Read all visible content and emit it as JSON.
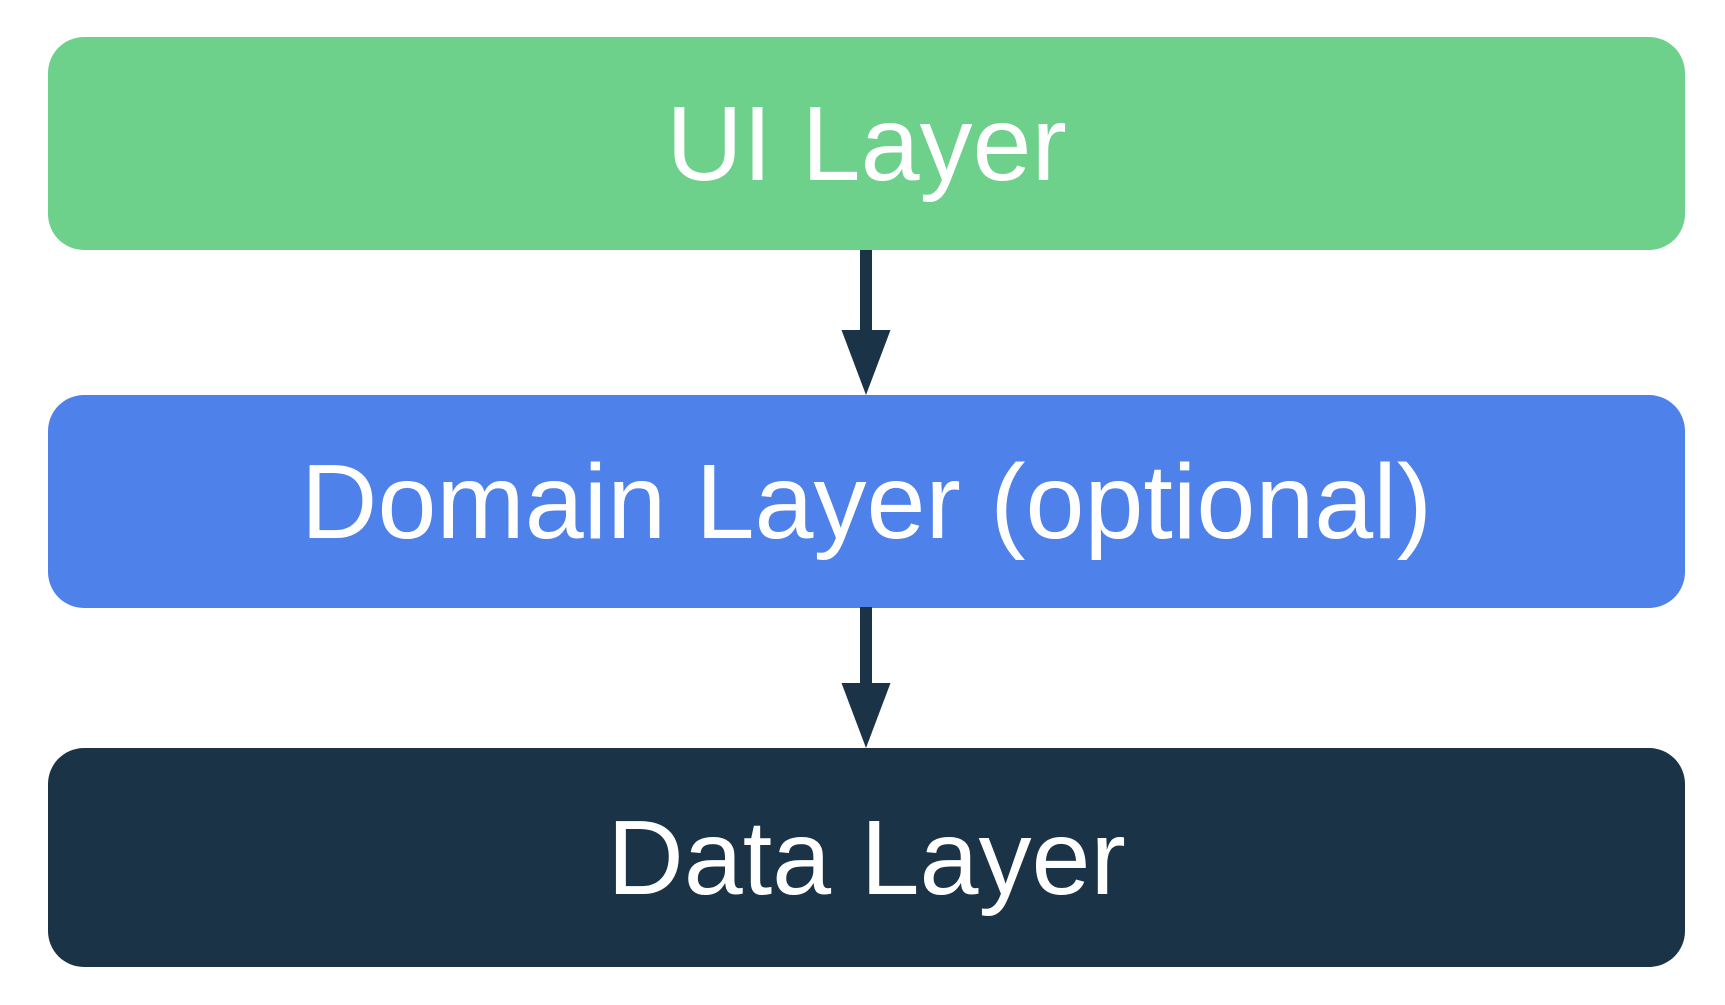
{
  "colors": {
    "background": "#FFFFFF",
    "ui_node": "#6DD18B",
    "domain_node": "#4E82EA",
    "data_node": "#1B3346",
    "arrow": "#1B3346",
    "text": "#FFFFFF"
  },
  "diagram": {
    "type": "layered-architecture-flow",
    "direction": "top-to-bottom",
    "nodes": [
      {
        "id": "ui",
        "label": "UI Layer",
        "color": "#6DD18B"
      },
      {
        "id": "domain",
        "label": "Domain Layer (optional)",
        "color": "#4E82EA"
      },
      {
        "id": "data",
        "label": "Data Layer",
        "color": "#1B3346"
      }
    ],
    "edges": [
      {
        "from": "ui",
        "to": "domain",
        "style": "arrow-down"
      },
      {
        "from": "domain",
        "to": "data",
        "style": "arrow-down"
      }
    ]
  }
}
